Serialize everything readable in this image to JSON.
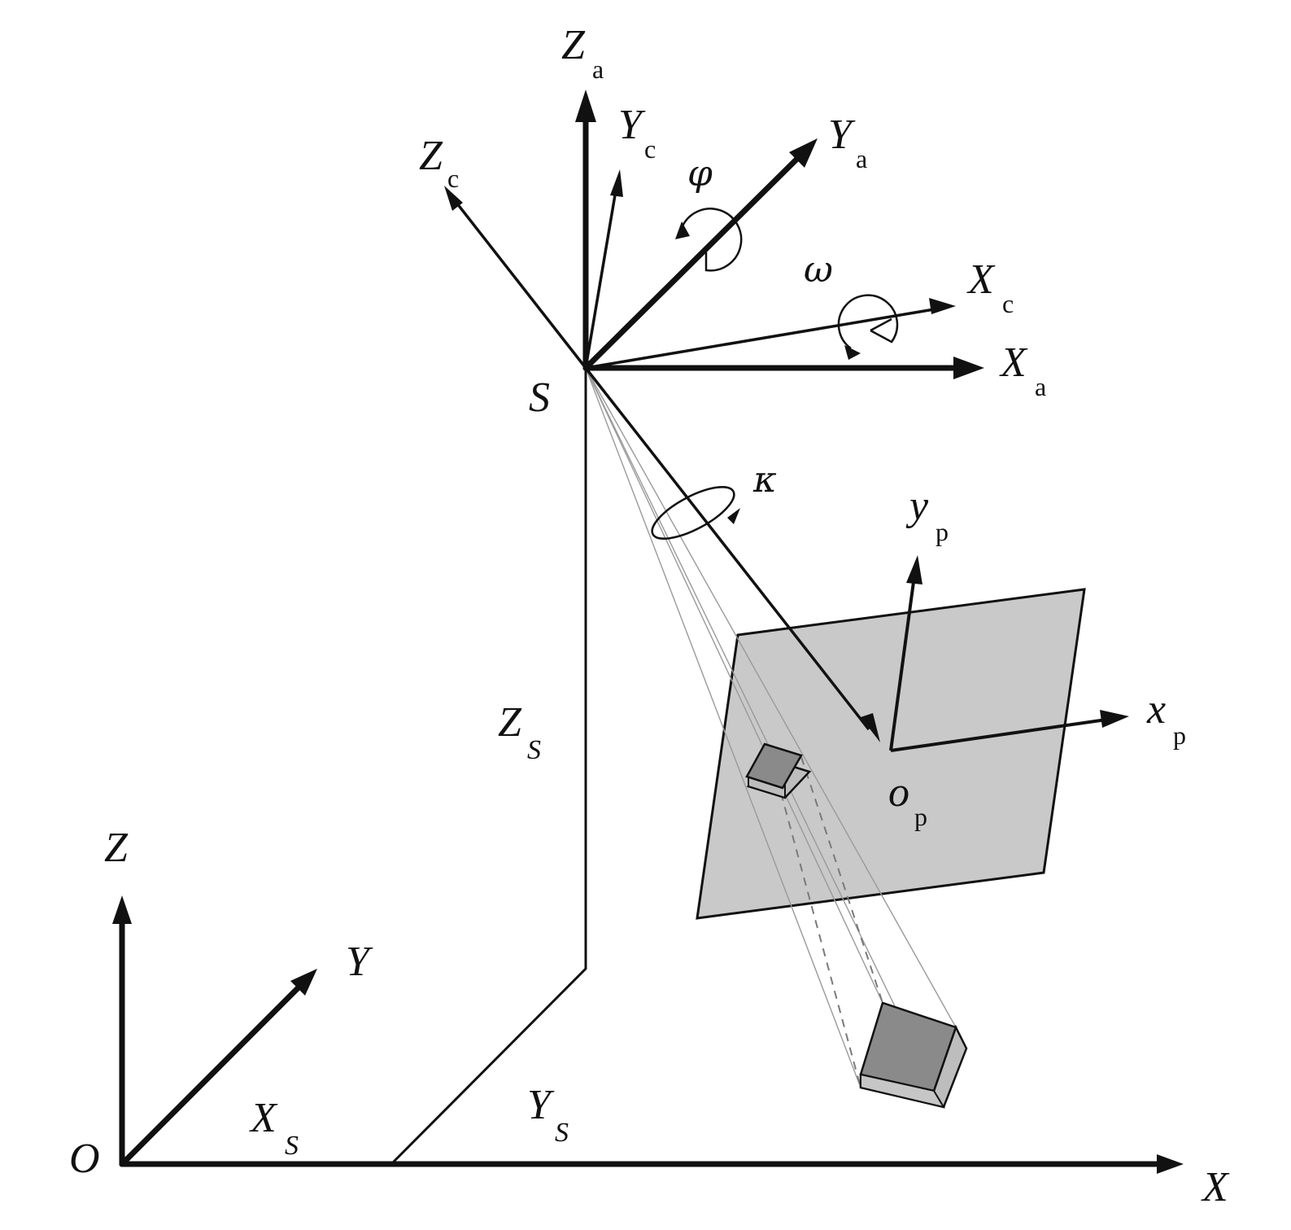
{
  "labels": {
    "Za": {
      "main": "Z",
      "sub": "a"
    },
    "Yc": {
      "main": "Y",
      "sub": "c"
    },
    "Ya": {
      "main": "Y",
      "sub": "a"
    },
    "Zc": {
      "main": "Z",
      "sub": "c"
    },
    "Xc": {
      "main": "X",
      "sub": "c"
    },
    "Xa": {
      "main": "X",
      "sub": "a"
    },
    "S": "S",
    "phi": "φ",
    "omega": "ω",
    "kappa": "κ",
    "yp": {
      "main": "y",
      "sub": "p"
    },
    "xp": {
      "main": "x",
      "sub": "p"
    },
    "op": {
      "main": "o",
      "sub": "p"
    },
    "ZS": {
      "main": "Z",
      "sub": "S"
    },
    "Z": "Z",
    "Y": "Y",
    "X": "X",
    "O": "O",
    "XS": {
      "main": "X",
      "sub": "S"
    },
    "YS": {
      "main": "Y",
      "sub": "S"
    }
  },
  "colors": {
    "ink": "#111111",
    "image_plane": "#c9c9c9",
    "cube_front": "#8a8a8a",
    "cube_side": "#bdbdbd",
    "projection_ray": "#9a9a9a"
  }
}
